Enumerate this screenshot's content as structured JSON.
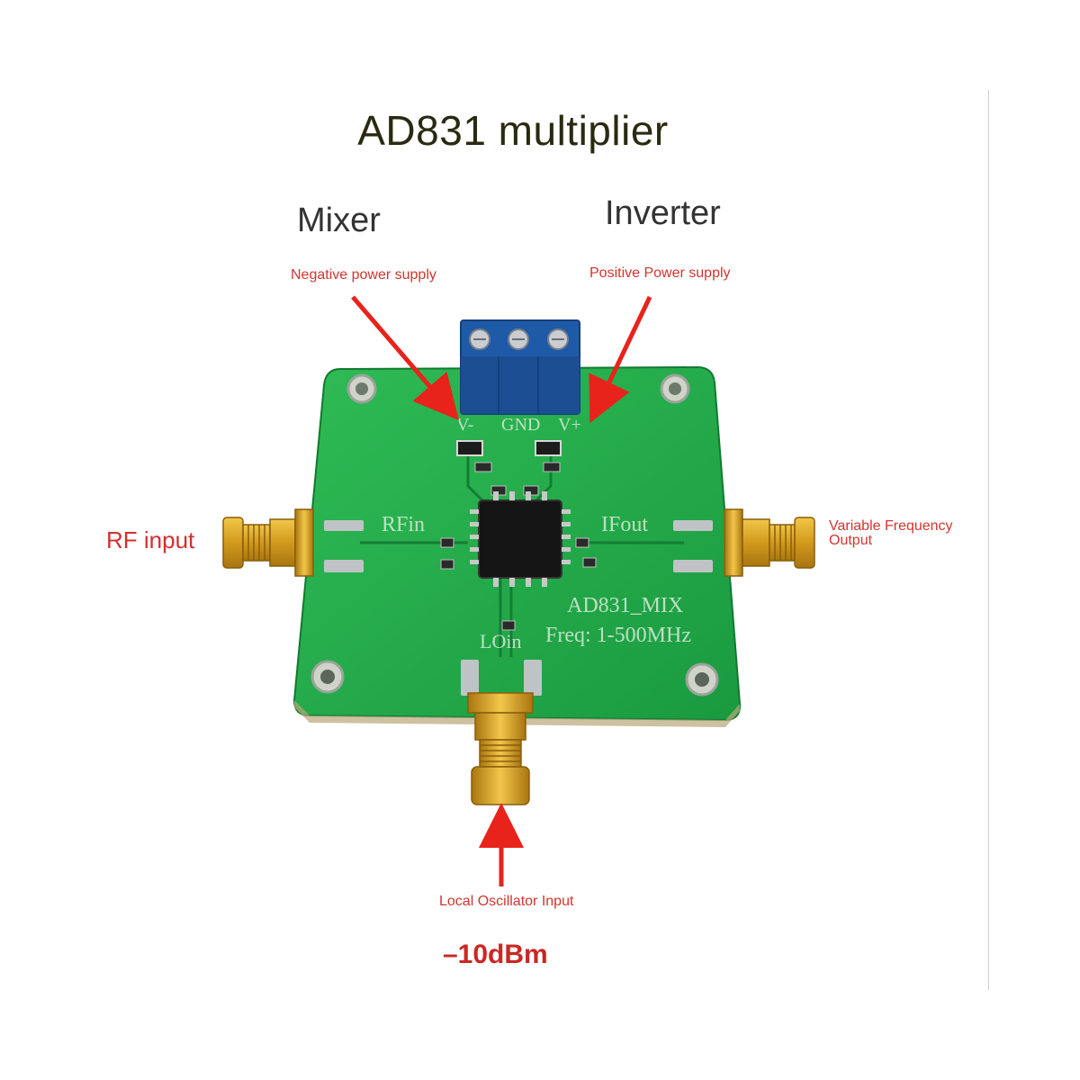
{
  "title": "AD831 multiplier",
  "headings": {
    "mixer": "Mixer",
    "inverter": "Inverter"
  },
  "callouts": {
    "negative_supply": "Negative power supply",
    "positive_supply": "Positive Power supply",
    "rf_input": "RF input",
    "variable_freq_line1": "Variable Frequency",
    "variable_freq_line2": "Output",
    "local_oscillator": "Local Oscillator Input",
    "lo_level": "–10dBm"
  },
  "board": {
    "pin_vminus": "V-",
    "pin_gnd": "GND",
    "pin_vplus": "V+",
    "rfin": "RFin",
    "ifout": "IFout",
    "lo_in": "LOin",
    "model": "AD831_MIX",
    "freq": "Freq: 1-500MHz"
  },
  "colors": {
    "pcb": "#22a94a",
    "terminal": "#1f5aa8",
    "connector": "#d9a520",
    "arrow": "#e8231c"
  }
}
